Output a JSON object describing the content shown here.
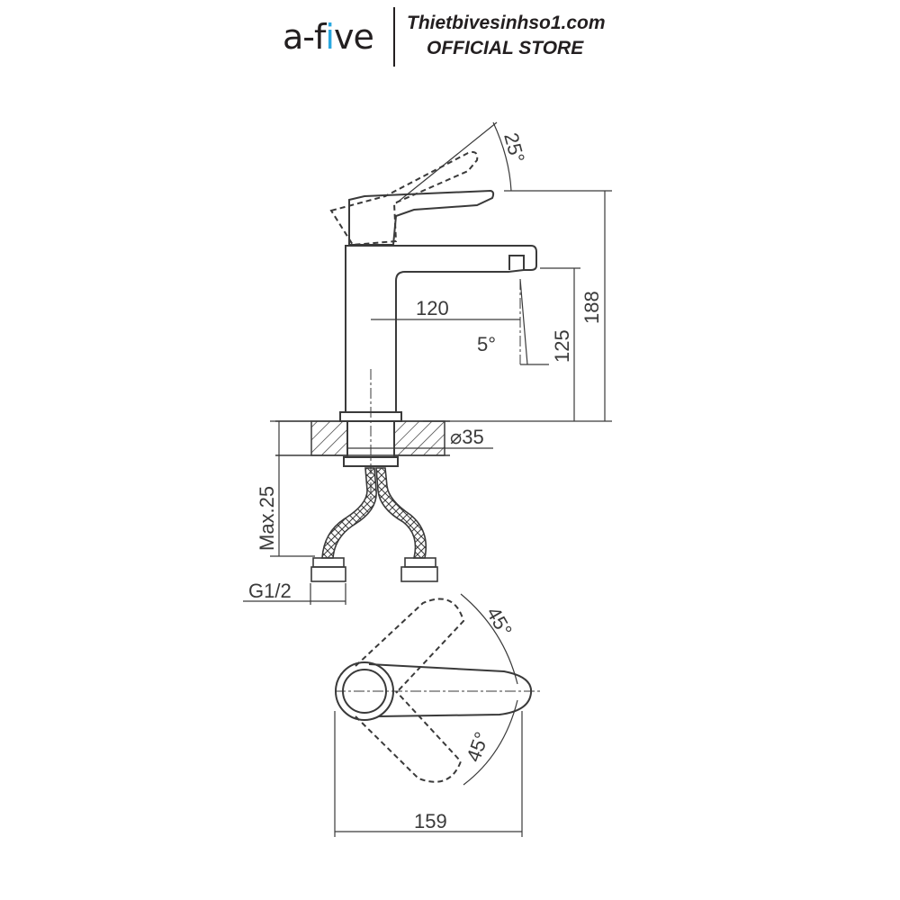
{
  "header": {
    "logo_prefix": "a",
    "logo_sep": "-",
    "logo_f": "f",
    "logo_i": "i",
    "logo_suffix": "ve",
    "store_site": "Thietbivesinhso1.com",
    "store_label": "OFFICIAL STORE"
  },
  "dimensions": {
    "handle_angle": "25°",
    "total_height": "188",
    "spout_height": "125",
    "spout_reach": "120",
    "spout_angle": "5°",
    "base_diameter": "⌀35",
    "max_deck": "Max.25",
    "thread": "G1/2",
    "rotate_top": "45°",
    "rotate_bottom": "45°",
    "total_length": "159"
  },
  "colors": {
    "line": "#3a3a3a",
    "brand_dark": "#231f20",
    "brand_accent": "#29a8e0"
  }
}
